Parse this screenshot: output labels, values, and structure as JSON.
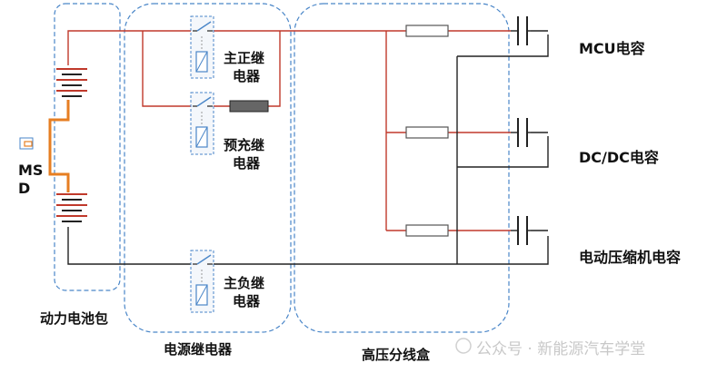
{
  "labels": {
    "battery_pack": "动力电池包",
    "relay_box": "电源继电器",
    "pdu_box": "高压分线盒",
    "msd_line1": "MS",
    "msd_line2": "D",
    "main_pos_relay_l1": "主正继",
    "main_pos_relay_l2": "电器",
    "precharge_relay_l1": "预充继",
    "precharge_relay_l2": "电器",
    "main_neg_relay_l1": "主负继",
    "main_neg_relay_l2": "电器",
    "cap_mcu": "MCU电容",
    "cap_dcdc": "DC/DC电容",
    "cap_compressor": "电动压缩机电容"
  },
  "watermark": "公众号 · 新能源汽车学堂",
  "colors": {
    "positive_wire": "#c0392b",
    "negative_wire": "#222222",
    "msd_link": "#e67e22",
    "dashed_border": "#4a86c8",
    "box_fill": "#f4f7fb"
  }
}
